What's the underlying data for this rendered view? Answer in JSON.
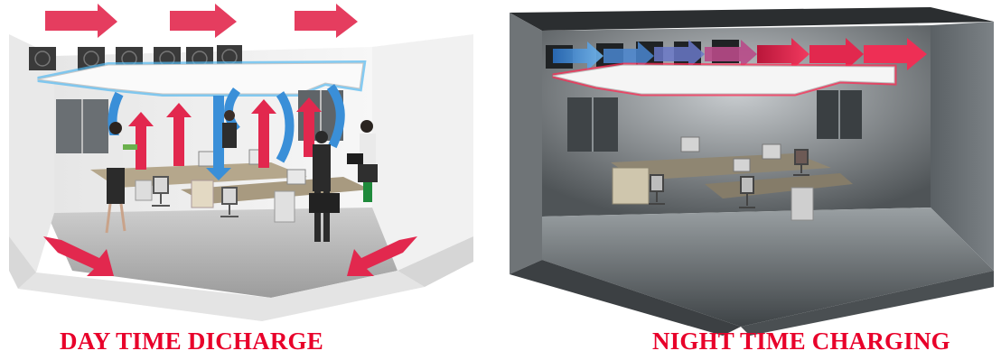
{
  "captions": {
    "day": "DAY TIME DICHARGE",
    "night": "NIGHT TIME CHARGING"
  },
  "colors": {
    "caption": "#e8002a",
    "warm_arrow": "#e2284e",
    "cool_arrow": "#3a8fd8",
    "day_room_wall": "#f2f2f2",
    "night_room_wall": "#5e6468",
    "ceiling_glow_day": "#52b8f0",
    "ceiling_glow_night": "#ff2d55"
  },
  "scenes": [
    {
      "id": "day",
      "airflow": "discharge",
      "people": 4
    },
    {
      "id": "night",
      "airflow": "charging",
      "people": 0
    }
  ],
  "icons": [
    "fan-icon",
    "warm-air-arrow-icon",
    "cool-air-arrow-icon",
    "person-icon",
    "desk-icon",
    "office-chair-icon",
    "monitor-icon",
    "window-icon"
  ]
}
